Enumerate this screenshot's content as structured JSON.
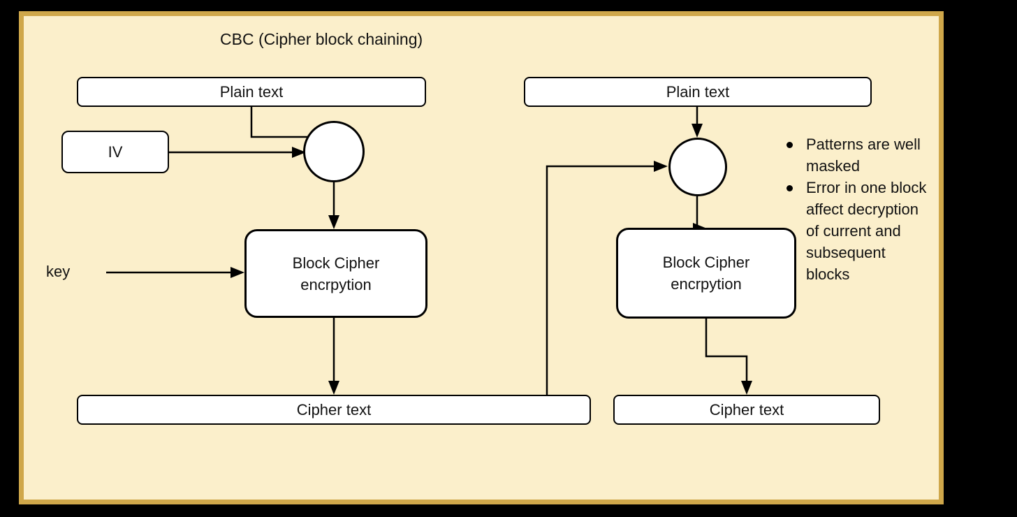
{
  "title": "CBC (Cipher block chaining)",
  "nodes": {
    "plain_left": {
      "label": "Plain text"
    },
    "iv": {
      "label": "IV"
    },
    "bc_left": {
      "label": "Block Cipher\nencrpytion"
    },
    "cipher_left": {
      "label": "Cipher text"
    },
    "plain_right": {
      "label": "Plain text"
    },
    "bc_right": {
      "label": "Block Cipher\nencrpytion"
    },
    "cipher_right": {
      "label": "Cipher text"
    },
    "key_label": {
      "label": "key"
    }
  },
  "notes": {
    "items": [
      {
        "text": "Patterns are well\nmasked"
      },
      {
        "text": "Error in one block\naffect decryption\nof current and\nsubsequent\nblocks"
      }
    ]
  },
  "colors": {
    "canvas": "#000000",
    "card_bg": "#FBEFCB",
    "card_border": "#CFA74A",
    "node_fill": "#FFFFFF",
    "stroke": "#000000",
    "text": "#111111"
  }
}
